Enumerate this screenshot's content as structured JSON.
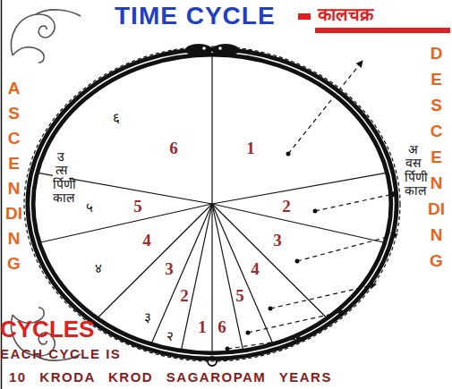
{
  "diagram": {
    "title": "TIME CYCLE",
    "labels": [
      "कालचक्र",
      "ASCENDING",
      "DESCENDING",
      "उत्सर्पिणी काल",
      "अवसर्पिणी काल",
      "1",
      "2",
      "3",
      "4",
      "5",
      "6",
      "6",
      "5",
      "4",
      "3",
      "2",
      "1",
      "६",
      "५",
      "४",
      "३",
      "२",
      "CYCLES",
      "EACH CYCLE IS",
      "10 KRODA KROD SAGAROPAM YEARS"
    ]
  }
}
